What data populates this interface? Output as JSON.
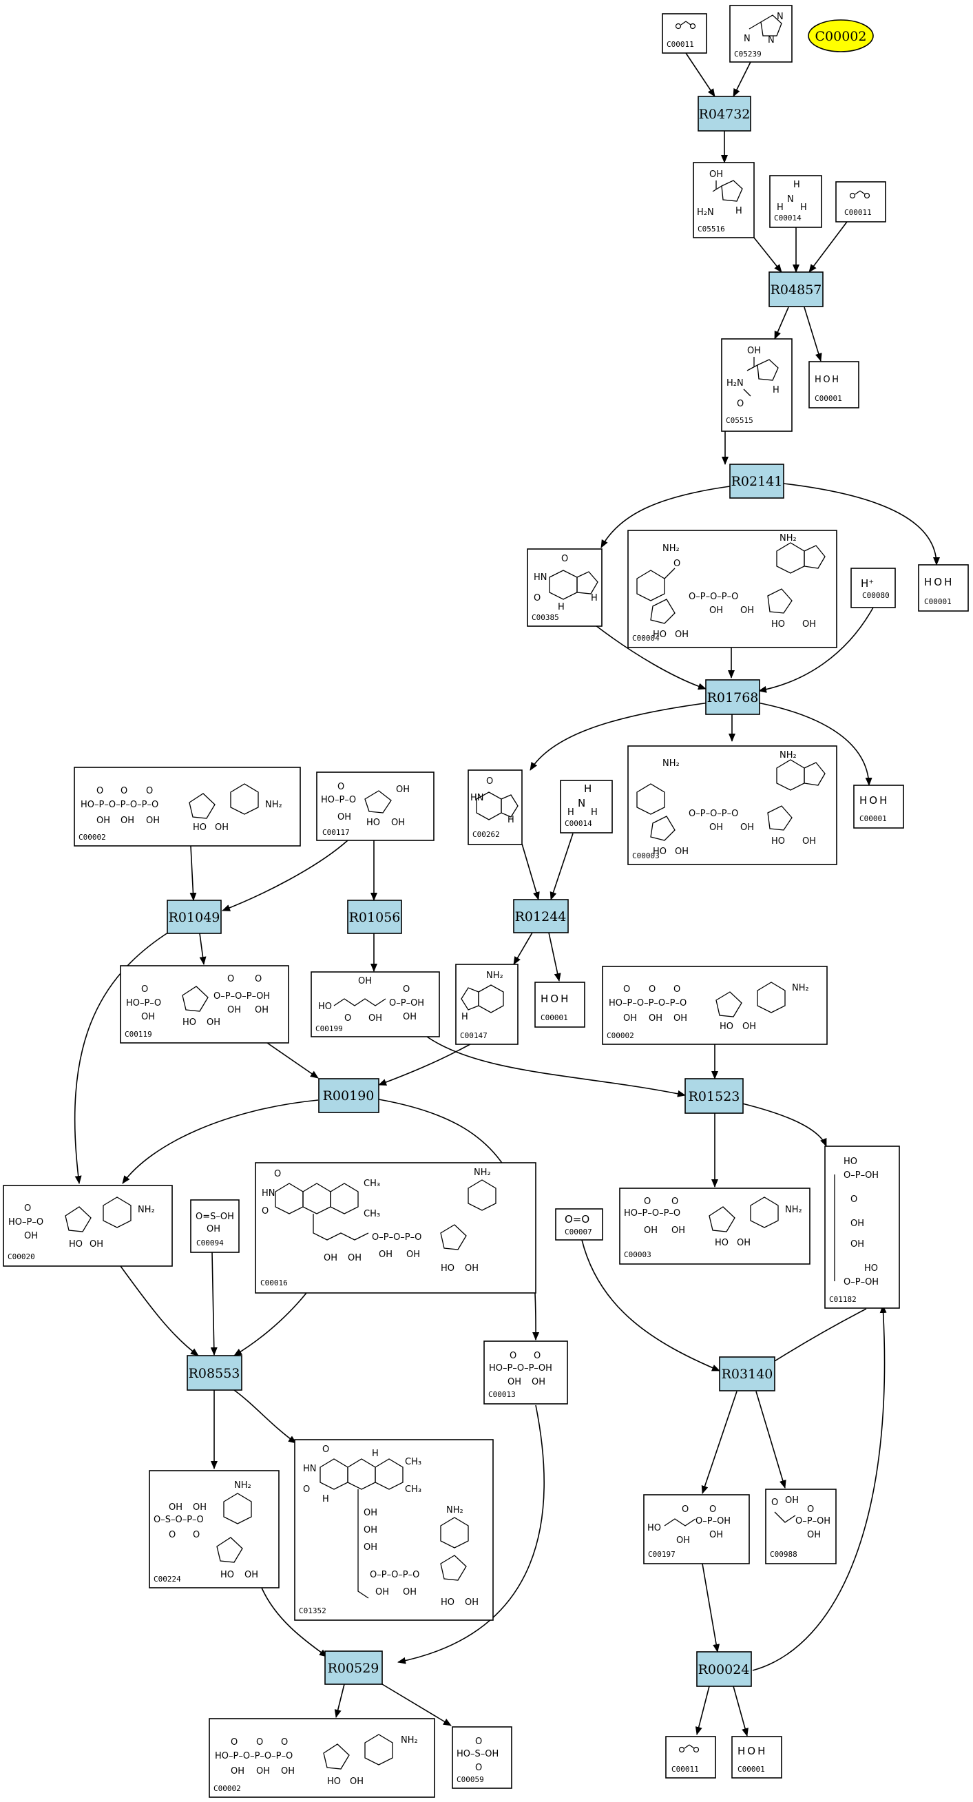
{
  "highlight": {
    "label": "C00002"
  },
  "reactions": {
    "R04732": "R04732",
    "R04857": "R04857",
    "R02141": "R02141",
    "R01768": "R01768",
    "R01049": "R01049",
    "R01056": "R01056",
    "R01244": "R01244",
    "R00190": "R00190",
    "R01523": "R01523",
    "R08553": "R08553",
    "R03140": "R03140",
    "R00529": "R00529",
    "R00024": "R00024"
  },
  "compounds": {
    "c00011_top": "C00011",
    "c05239": "C05239",
    "c05516": "C05516",
    "c00014_top": "C00014",
    "c00011_mid": "C00011",
    "c05515": "C05515",
    "c00001_a": "C00001",
    "c00385": "C00385",
    "c00004": "C00004",
    "c00080": "C00080",
    "c00001_b": "C00001",
    "c00002_a": "C00002",
    "c00117": "C00117",
    "c00262": "C00262",
    "c00014_b": "C00014",
    "c00003_a": "C00003",
    "c00001_c": "C00001",
    "c00119": "C00119",
    "c00199": "C00199",
    "c00147": "C00147",
    "c00001_d": "C00001",
    "c00002_b": "C00002",
    "c00020": "C00020",
    "c00094": "C00094",
    "c00016": "C00016",
    "c00007": "C00007",
    "c00003_b": "C00003",
    "c01182": "C01182",
    "c00013": "C00013",
    "c00224": "C00224",
    "c01352": "C01352",
    "c00197": "C00197",
    "c00988": "C00988",
    "c00002_c": "C00002",
    "c00059": "C00059",
    "c00011_bot": "C00011",
    "c00001_e": "C00001"
  },
  "formulas": {
    "o_c_o": "O=C=O",
    "o_eq_o": "O=O",
    "h_plus": "H⁺",
    "water": "H O H",
    "ammonia_h": "H",
    "ammonia_n": "N",
    "sulfite": "O=S–OH",
    "ppi": "HO–P–O–P–OH",
    "sulfate": "HO–S–OH"
  }
}
